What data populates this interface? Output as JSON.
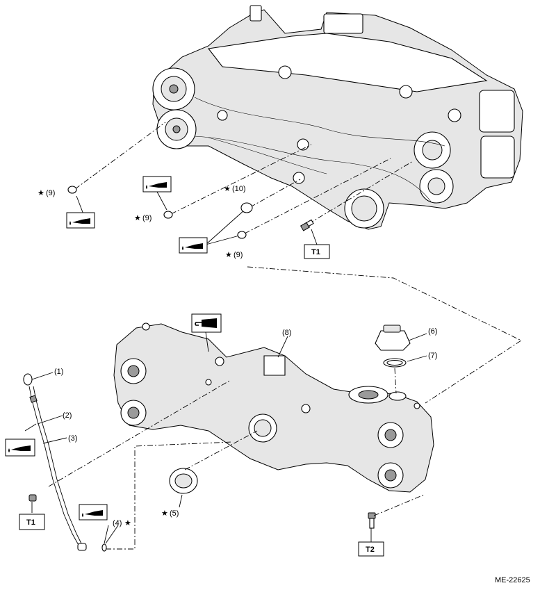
{
  "diagram_id": "ME-22625",
  "callouts": {
    "c1": "(1)",
    "c2": "(2)",
    "c3": "(3)",
    "c4": "(4)",
    "c5": "(5)",
    "c6": "(6)",
    "c7": "(7)",
    "c8": "(8)",
    "c9": "(9)",
    "c10": "(10)"
  },
  "torque_labels": {
    "t1": "T1",
    "t2": "T2"
  },
  "symbols": {
    "replace_star": "★",
    "oil_icon": "oil-can-icon",
    "sealant_icon": "liquid-gasket-icon"
  }
}
